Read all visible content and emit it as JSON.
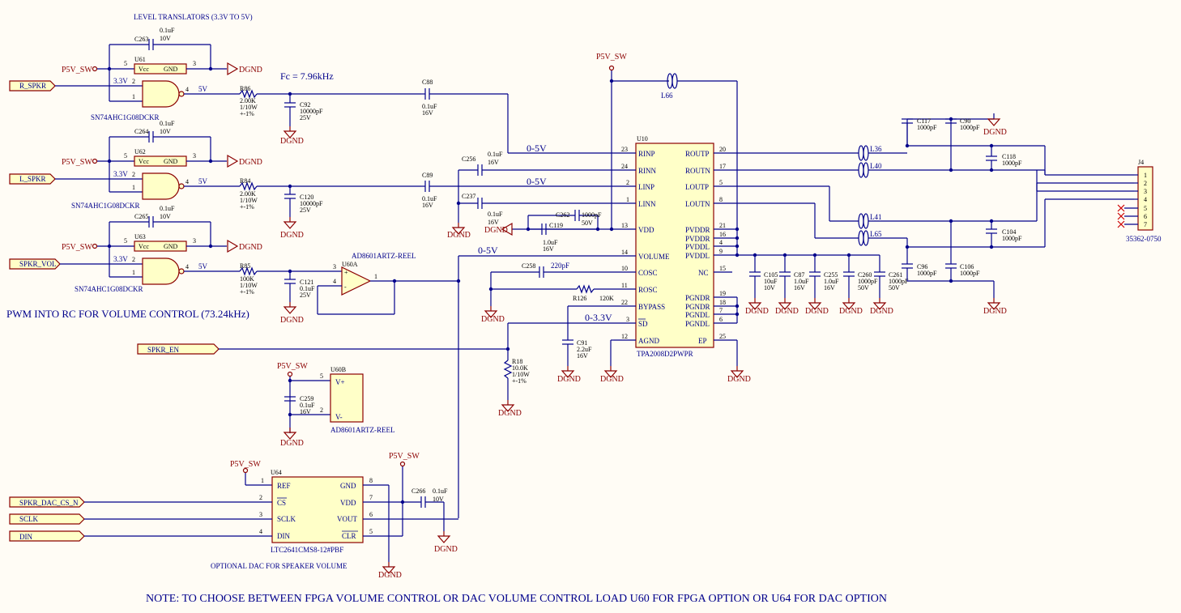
{
  "titles": {
    "level_translators": "LEVEL TRANSLATORS (3.3V TO 5V)",
    "fc": "Fc = 7.96kHz",
    "pwm": "PWM INTO RC FOR VOLUME CONTROL (73.24kHz)",
    "optional_dac": "OPTIONAL DAC FOR SPEAKER VOLUME",
    "note": "NOTE: TO CHOOSE BETWEEN FPGA VOLUME CONTROL OR DAC VOLUME CONTROL LOAD U60 FOR FPGA OPTION OR U64 FOR DAC OPTION"
  },
  "nets": {
    "p5v_sw": "P5V_SW",
    "dgnd": "DGND",
    "v33": "3.3V",
    "v5": "5V",
    "v0_5": "0-5V",
    "v0_33": "0-3.3V",
    "pin1": "1",
    "pin2": "2",
    "pin3": "3",
    "pin4": "4",
    "pin5": "5",
    "pin6": "6",
    "pin7": "7",
    "pin8": "8"
  },
  "ports": {
    "r_spkr": "R_SPKR",
    "l_spkr": "L_SPKR",
    "spkr_vol": "SPKR_VOL",
    "spkr_en": "SPKR_EN",
    "spkr_dac_cs_n": "SPKR_DAC_CS_N",
    "sclk": "SCLK",
    "din": "DIN"
  },
  "gates": [
    {
      "ref": "U61",
      "part": "SN74AHC1G08DCKR",
      "vcc": "Vcc",
      "gnd": "GND",
      "cap": "C263",
      "cap_value": "0.1uF",
      "cap_voltage": "10V"
    },
    {
      "ref": "U62",
      "part": "SN74AHC1G08DCKR",
      "vcc": "Vcc",
      "gnd": "GND",
      "cap": "C264",
      "cap_value": "0.1uF",
      "cap_voltage": "10V"
    },
    {
      "ref": "U63",
      "part": "SN74AHC1G08DCKR",
      "vcc": "Vcc",
      "gnd": "GND",
      "cap": "C265",
      "cap_value": "0.1uF",
      "cap_voltage": "10V"
    }
  ],
  "filters": [
    {
      "r": "R86",
      "r_value": "2.00K",
      "r_power": "1/10W",
      "r_tol": "+-1%",
      "c": "C92",
      "c_value": "10000pF",
      "c_voltage": "25V"
    },
    {
      "r": "R84",
      "r_value": "2.00K",
      "r_power": "1/10W",
      "r_tol": "+-1%",
      "c": "C120",
      "c_value": "10000pF",
      "c_voltage": "25V"
    },
    {
      "r": "R85",
      "r_value": "100K",
      "r_power": "1/10W",
      "r_tol": "+-1%",
      "c": "C121",
      "c_value": "0.1uF",
      "c_voltage": "25V"
    }
  ],
  "coupling": [
    {
      "ref": "C88",
      "value": "0.1uF",
      "voltage": "16V"
    },
    {
      "ref": "C89",
      "value": "0.1uF",
      "voltage": "16V"
    },
    {
      "ref": "C256",
      "value": "0.1uF",
      "voltage": "16V"
    },
    {
      "ref": "C237",
      "value": "0.1uF",
      "voltage": "16V"
    }
  ],
  "opamp": {
    "ref_a": "U60A",
    "ref_b": "U60B",
    "part": "AD8601ARTZ-REEL",
    "vplus": "V+",
    "vminus": "V-",
    "cap": "C259",
    "cap_value": "0.1uF",
    "cap_voltage": "16V",
    "plus": "+",
    "minus": "-"
  },
  "amp": {
    "ref": "U10",
    "part": "TPA2008D2PWPR",
    "left_pins": [
      {
        "num": "23",
        "name": "RINP"
      },
      {
        "num": "24",
        "name": "RINN"
      },
      {
        "num": "2",
        "name": "LINP"
      },
      {
        "num": "1",
        "name": "LINN"
      },
      {
        "num": "13",
        "name": "VDD"
      },
      {
        "num": "14",
        "name": "VOLUME"
      },
      {
        "num": "10",
        "name": "COSC"
      },
      {
        "num": "11",
        "name": "ROSC"
      },
      {
        "num": "22",
        "name": "BYPASS"
      },
      {
        "num": "3",
        "name": "SD"
      },
      {
        "num": "12",
        "name": "AGND"
      }
    ],
    "right_pins": [
      {
        "num": "20",
        "name": "ROUTP"
      },
      {
        "num": "17",
        "name": "ROUTN"
      },
      {
        "num": "5",
        "name": "LOUTP"
      },
      {
        "num": "8",
        "name": "LOUTN"
      },
      {
        "num": "21",
        "name": "PVDDR"
      },
      {
        "num": "16",
        "name": "PVDDR"
      },
      {
        "num": "4",
        "name": "PVDDL"
      },
      {
        "num": "9",
        "name": "PVDDL"
      },
      {
        "num": "15",
        "name": "NC"
      },
      {
        "num": "19",
        "name": "PGNDR"
      },
      {
        "num": "18",
        "name": "PGNDR"
      },
      {
        "num": "7",
        "name": "PGNDL"
      },
      {
        "num": "6",
        "name": "PGNDL"
      },
      {
        "num": "25",
        "name": "EP"
      }
    ]
  },
  "amp_parts": {
    "c262": "C262",
    "c262_value": "1000pF",
    "c262_voltage": "50V",
    "c119": "C119",
    "c119_value": "1.0uF",
    "c119_voltage": "16V",
    "c258": "C258",
    "c258_value": "220pF",
    "r126": "R126",
    "r126_value": "120K",
    "c91": "C91",
    "c91_value": "2.2uF",
    "c91_voltage": "16V",
    "r18": "R18",
    "r18_value": "10.0K",
    "r18_power": "1/10W",
    "r18_tol": "+-1%",
    "l66": "L66"
  },
  "decoupling": [
    {
      "ref": "C105",
      "value": "10uF",
      "voltage": "10V"
    },
    {
      "ref": "C87",
      "value": "1.0uF",
      "voltage": "16V"
    },
    {
      "ref": "C255",
      "value": "1.0uF",
      "voltage": "16V"
    },
    {
      "ref": "C260",
      "value": "1000pF",
      "voltage": "50V"
    },
    {
      "ref": "C261",
      "value": "1000pF",
      "voltage": "50V"
    }
  ],
  "output_filter": {
    "inductors": [
      "L36",
      "L40",
      "L41",
      "L65"
    ],
    "caps": [
      {
        "ref": "C117",
        "value": "1000pF"
      },
      {
        "ref": "C90",
        "value": "1000pF"
      },
      {
        "ref": "C118",
        "value": "1000pF"
      },
      {
        "ref": "C104",
        "value": "1000pF"
      },
      {
        "ref": "C96",
        "value": "1000pF"
      },
      {
        "ref": "C106",
        "value": "1000pF"
      }
    ]
  },
  "connector": {
    "ref": "J4",
    "part": "35362-0750",
    "pins": [
      "1",
      "2",
      "3",
      "4",
      "5",
      "6",
      "7"
    ]
  },
  "dac": {
    "ref": "U64",
    "part": "LTC2641CMS8-12#PBF",
    "left_pins": [
      {
        "num": "1",
        "name": "REF"
      },
      {
        "num": "2",
        "name": "CS"
      },
      {
        "num": "3",
        "name": "SCLK"
      },
      {
        "num": "4",
        "name": "DIN"
      }
    ],
    "right_pins": [
      {
        "num": "8",
        "name": "GND"
      },
      {
        "num": "7",
        "name": "VDD"
      },
      {
        "num": "6",
        "name": "VOUT"
      },
      {
        "num": "5",
        "name": "CLR"
      }
    ],
    "cap": "C266",
    "cap_value": "0.1uF",
    "cap_voltage": "10V"
  }
}
